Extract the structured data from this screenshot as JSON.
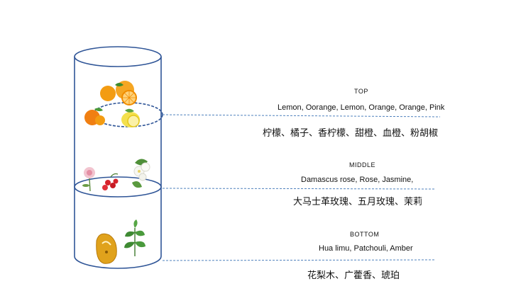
{
  "tiers": [
    {
      "title": "TOP",
      "ingredients_en": "Lemon, Oorange, Lemon, Orange, Orange, Pink",
      "ingredients_cn": "柠檬、橘子、香柠檬、甜橙、血橙、粉胡椒",
      "icons": [
        "orange-fruit-icon",
        "tangerine-icon",
        "lemon-icon"
      ]
    },
    {
      "title": "MIDDLE",
      "ingredients_en": "Damascus rose, Rose, Jasmine,",
      "ingredients_cn": "大马士革玫瑰、五月玫瑰、茉莉",
      "icons": [
        "rose-flower-icon",
        "red-berries-icon",
        "jasmine-flower-icon"
      ]
    },
    {
      "title": "BOTTOM",
      "ingredients_en": "Hua limu, Patchouli, Amber",
      "ingredients_cn": "花梨木、广藿香、琥珀",
      "icons": [
        "amber-stone-icon",
        "patchouli-leaf-icon"
      ]
    }
  ],
  "colors": {
    "outline": "#2f5597",
    "dashed_line": "#4f81bd"
  }
}
